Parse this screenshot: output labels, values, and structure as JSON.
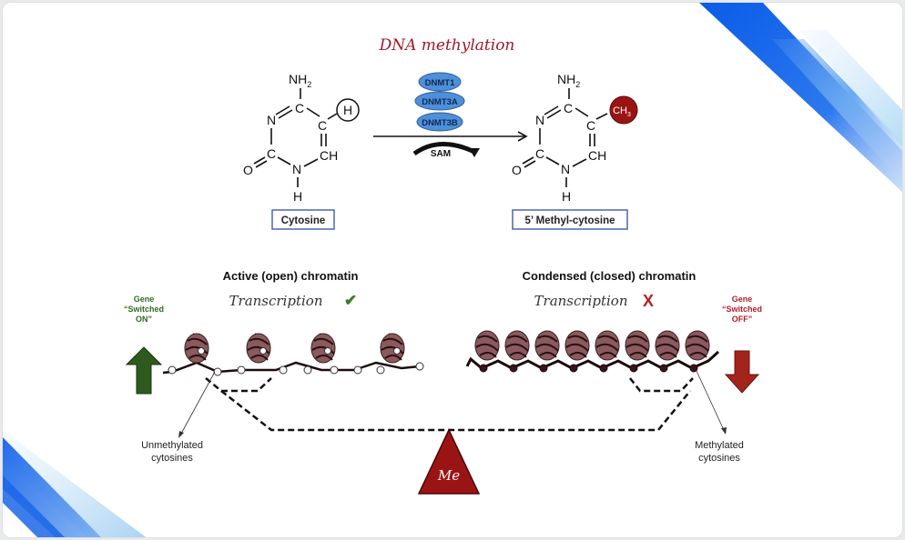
{
  "title": "DNA methylation",
  "reaction": {
    "substrate": {
      "label": "Cytosine",
      "atoms": {
        "amine": "NH",
        "amine_sub": "2",
        "n": "N",
        "c": "C",
        "ch": "CH",
        "o": "O",
        "h": "H",
        "group": "H"
      }
    },
    "product": {
      "label": "5’ Methyl-cytosine",
      "atoms": {
        "amine": "NH",
        "amine_sub": "2",
        "n": "N",
        "c": "C",
        "ch": "CH",
        "o": "O",
        "h": "H",
        "group": "CH",
        "group_sub": "3"
      }
    },
    "enzymes": [
      "DNMT1",
      "DNMT3A",
      "DNMT3B"
    ],
    "cofactor": "SAM"
  },
  "active": {
    "heading": "Active (open) chromatin",
    "transcription": "Transcription",
    "mark": "✔",
    "gene_state": [
      "Gene",
      "“Switched",
      "ON”"
    ],
    "annotation": [
      "Unmethylated",
      "cytosines"
    ]
  },
  "condensed": {
    "heading": "Condensed (closed) chromatin",
    "transcription": "Transcription",
    "mark": "X",
    "gene_state": [
      "Gene",
      "“Switched",
      "OFF”"
    ],
    "annotation": [
      "Methylated",
      "cytosines"
    ]
  },
  "fulcrum_label": "Me",
  "colors": {
    "title": "#a0192a",
    "enzyme_fill": "#4f8fd8",
    "methyl": "#9b1414",
    "on_green": "#2f5a1f",
    "off_red": "#a3241b",
    "box_border": "#4a66b0",
    "nucleosome": "#8a5a5e",
    "accent_blue": "#0a5ce8"
  }
}
